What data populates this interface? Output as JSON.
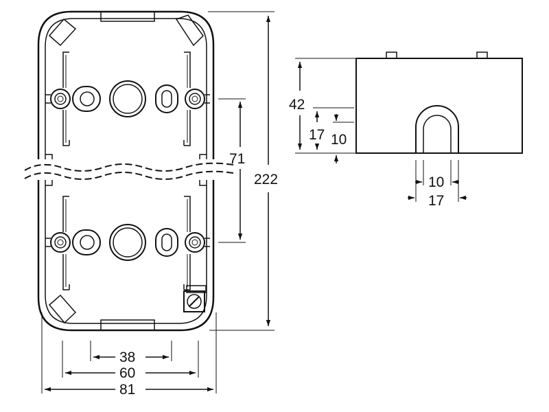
{
  "colors": {
    "line": "#111111",
    "background": "#ffffff"
  },
  "dimensions": {
    "height_total": "222",
    "mount_spacing": "71",
    "width_inner": "38",
    "width_mid": "60",
    "width_total": "81",
    "depth_total": "42",
    "slot_height_outer": "17",
    "slot_height_inner": "10",
    "slot_width_inner": "10",
    "slot_width_outer": "17"
  }
}
